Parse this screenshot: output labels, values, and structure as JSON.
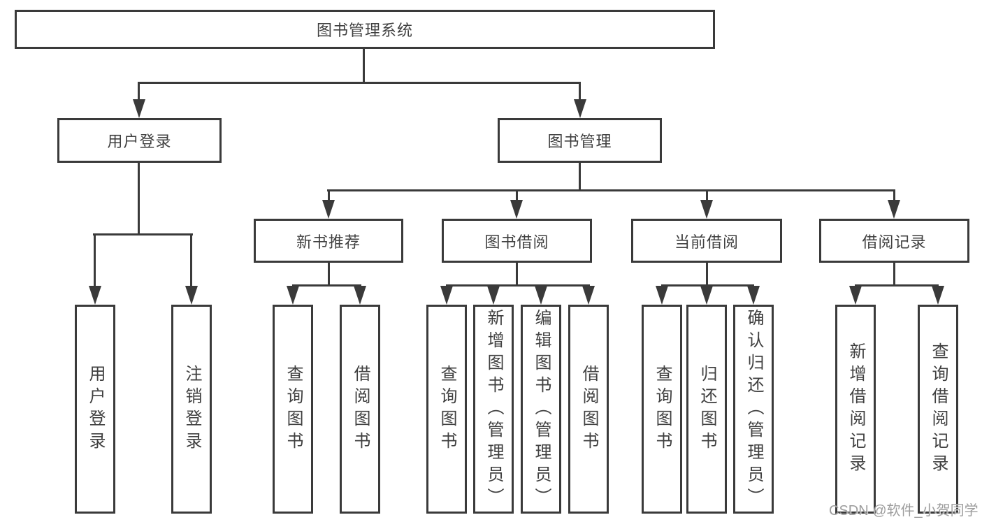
{
  "diagram": {
    "type": "hierarchy-tree",
    "colors": {
      "line": "#3a3a3a",
      "text": "#404040",
      "background": "#ffffff",
      "watermark": "#9d9d9d"
    },
    "watermark": {
      "text": "CSDN @软件_小贺同学"
    },
    "tree": {
      "root": {
        "label": "图书管理系统"
      },
      "children": [
        {
          "label": "用户登录",
          "children": [
            "用户登录",
            "注销登录"
          ]
        },
        {
          "label": "图书管理",
          "children": [
            {
              "label": "新书推荐",
              "children": [
                "查询图书",
                "借阅图书"
              ]
            },
            {
              "label": "图书借阅",
              "children": [
                "查询图书",
                "新增图书（管理员）",
                "编辑图书（管理员）",
                "借阅图书"
              ]
            },
            {
              "label": "当前借阅",
              "children": [
                "查询图书",
                "归还图书",
                "确认归还（管理员）"
              ]
            },
            {
              "label": "借阅记录",
              "children": [
                "新增借阅记录",
                "查询借阅记录"
              ]
            }
          ]
        }
      ]
    }
  }
}
